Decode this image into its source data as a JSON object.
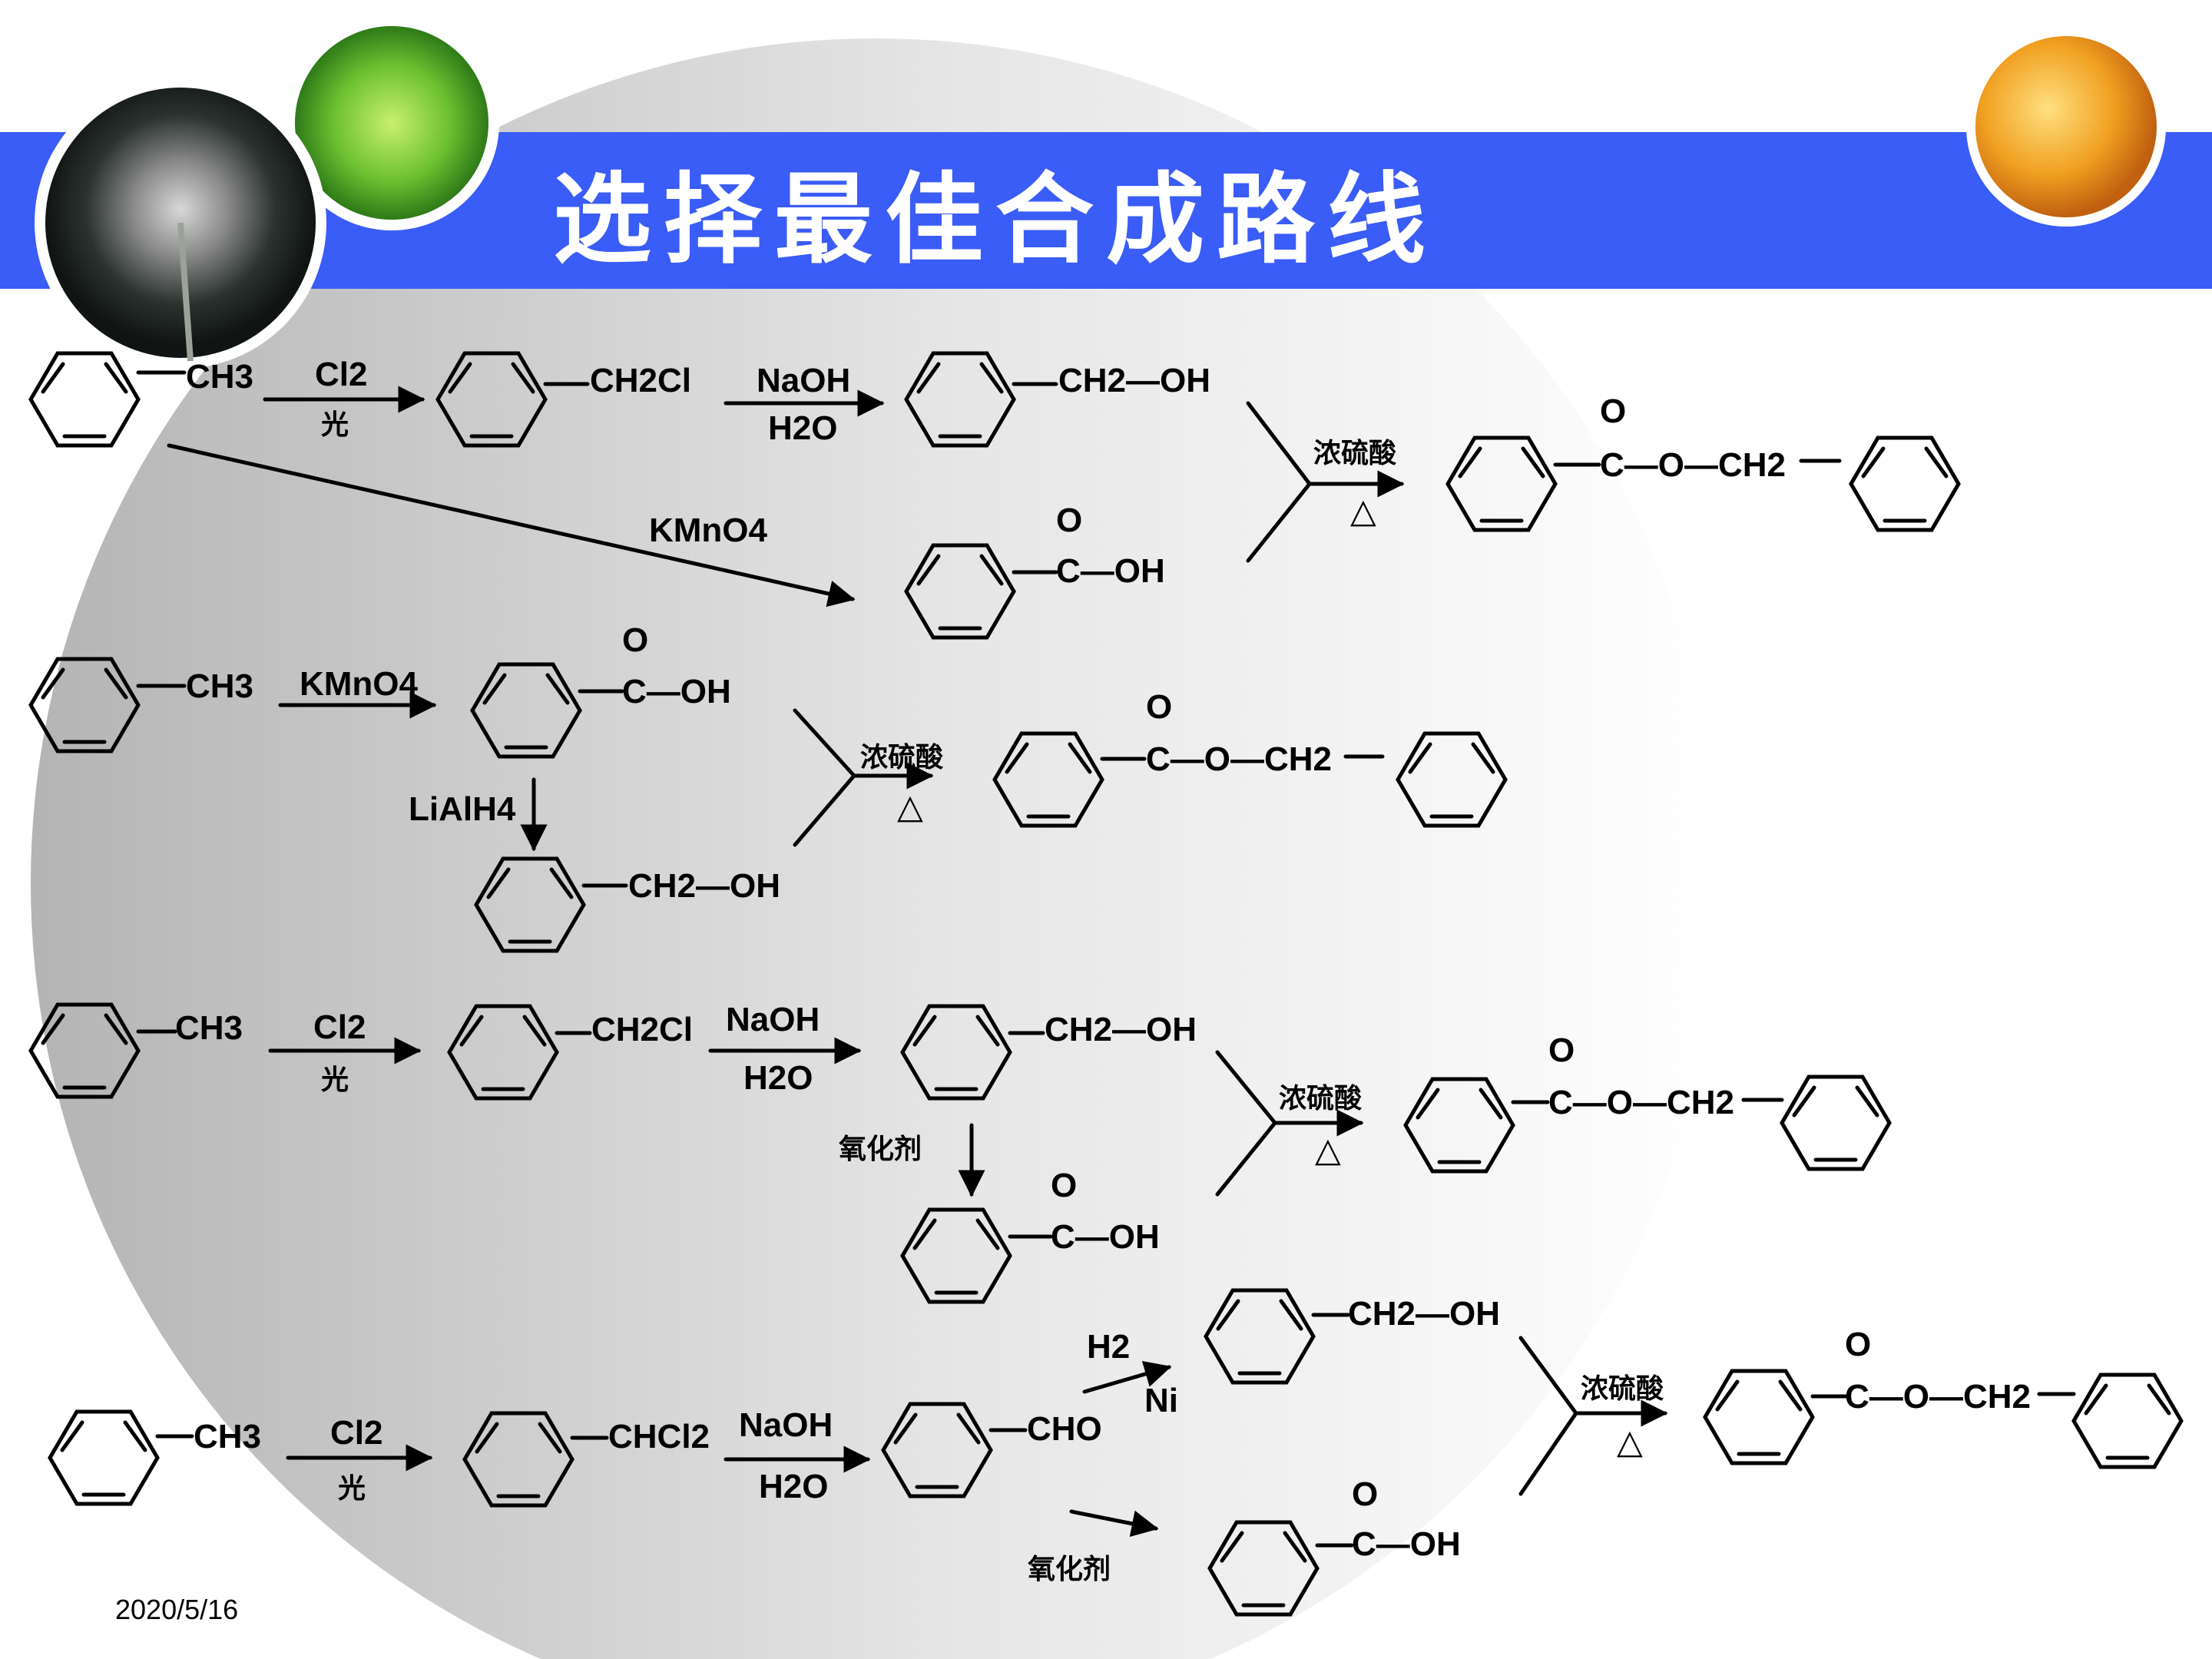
{
  "slide": {
    "title": "选择最佳合成路线",
    "date": "2020/5/16",
    "colors": {
      "banner": "#3a5cf7",
      "circle_gray": "#c8c8c8",
      "background": "#ffffff"
    }
  },
  "labels": {
    "toluene": "CH3",
    "benzyl_chloride": "CH2Cl",
    "benzal_chloride": "CHCl2",
    "benzyl_alcohol": "CH2—OH",
    "benzoic_acid_o": "O",
    "benzoic_acid": "C—OH",
    "ester_o": "O",
    "ester": "C—O—CH2",
    "aldehyde": "CHO",
    "cl2": "Cl2",
    "light": "光",
    "naoh": "NaOH",
    "h2o": "H2O",
    "kmno4": "KMnO4",
    "lialh4": "LiAlH4",
    "h2": "H2",
    "ni": "Ni",
    "oxidant": "氧化剂",
    "conc_h2so4": "浓硫酸",
    "heat": "△"
  }
}
